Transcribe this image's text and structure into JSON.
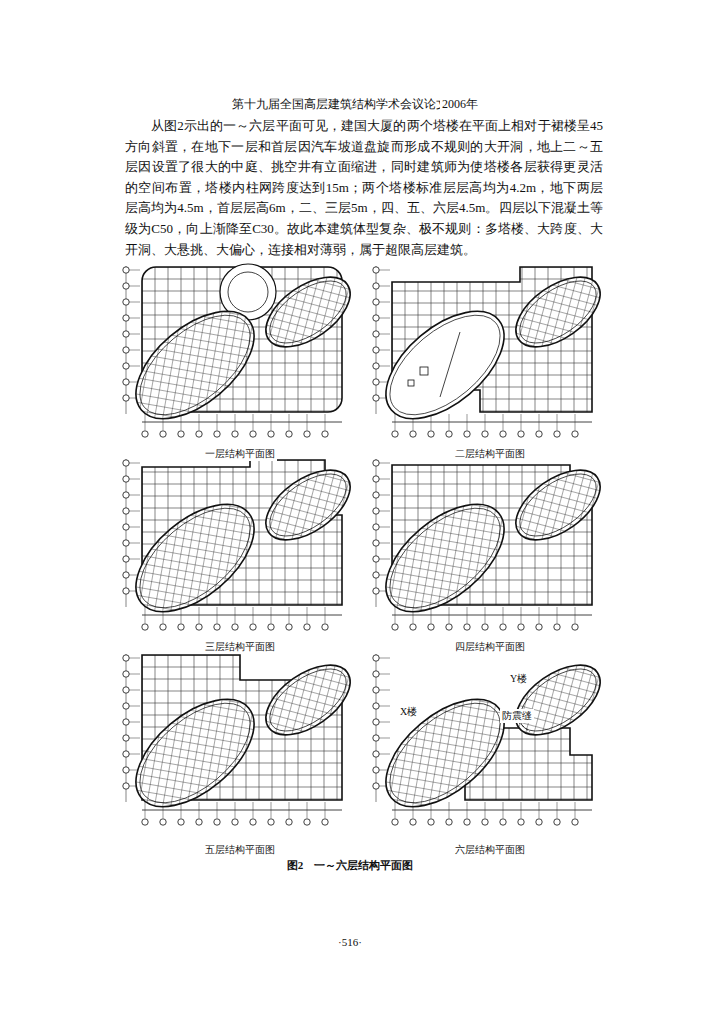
{
  "diagram": {
    "caption": "图2　一～六层结构平面图",
    "labels": [
      "第十九届全国高层建筑结构学术会议论文",
      "2006年",
      "从图2示出的一～六层平面可见，建国大厦的两个塔楼在平面上相对于裙楼呈45方向斜置，在地下一层和首层因汽车坡道盘旋而形成不规则的大开洞，地上二～五层因设置了很大的中庭、挑空井有立面缩进，同时建筑师为使塔楼各层获得更灵活的空间布置，塔楼内柱网跨度达到15m；两个塔楼标准层层高均为4.2m，地下两层层高均为4.5m，首层层高6m，二、三层5m，四、五、六层4.5m。四层以下混凝土等级为C50，向上渐降至C30。故此本建筑体型复杂、极不规则：多塔楼、大跨度、大开洞、大悬挑、大偏心，连接相对薄弱，属于超限高层建筑。",
      "一层结构平面图",
      "二层结构平面图",
      "三层结构平面图",
      "四层结构平面图",
      "五层结构平面图",
      "六层结构平面图",
      "X楼",
      "防震缝",
      "Y楼",
      "·516·"
    ]
  }
}
